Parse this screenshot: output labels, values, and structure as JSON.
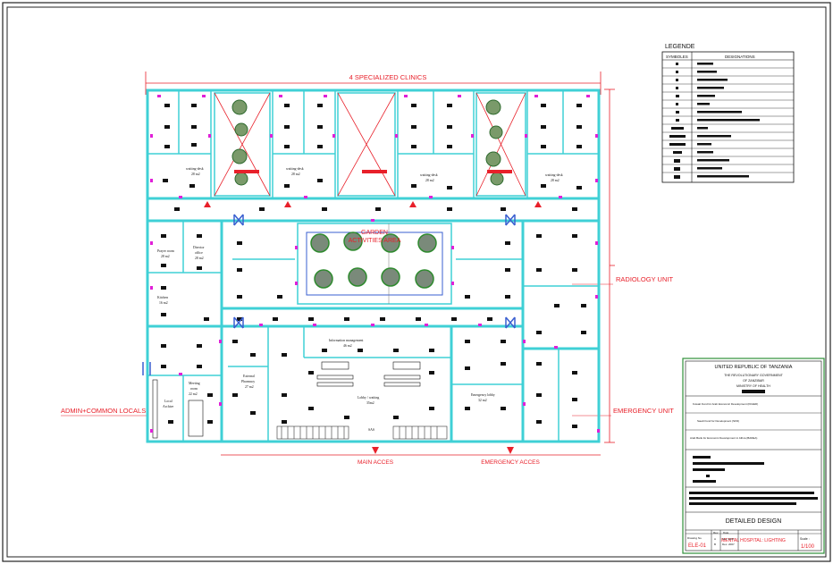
{
  "drawing": {
    "top_label": "4 SPECIALIZED CLINICS",
    "right_label_1": "RADIOLOGY UNIT",
    "right_label_2": "EMERGENCY UNIT",
    "left_label": "ADMIN+COMMON LOCALS",
    "bottom_label_1": "MAIN ACCES",
    "bottom_label_2": "EMERGENCY ACCES",
    "garden_line1": "GARDEN",
    "garden_line2": "ACTIVITIES AREA",
    "clinic_room_1": "waiting-desk",
    "clinic_room_1_area": "28 m2",
    "clinic_room_2": "waiting-desk",
    "clinic_room_2_area": "28 m2",
    "clinic_room_3": "waiting-desk",
    "clinic_room_3_area": "28 m2",
    "clinic_room_4": "waiting-desk",
    "clinic_room_4_area": "28 m2",
    "room_prayer": "Prayer room",
    "room_prayer_area": "28 m2",
    "room_director": "Director",
    "room_director_2": "office",
    "room_director_area": "28 m2",
    "room_kitchen": "Kitchen",
    "room_kitchen_area": "16 m2",
    "room_lobby": "Lobby / waiting",
    "room_lobby_area": "35m2",
    "room_pharmacy": "External",
    "room_pharmacy_2": "Pharmacy",
    "room_pharmacy_area": "27 m2",
    "room_emerg_lobby": "Emergency lobby",
    "room_emerg_lobby_area": "32 m2",
    "room_archive": "Local",
    "room_archive_2": "Archive",
    "room_meeting": "Meeting",
    "room_meeting_2": "room",
    "room_meeting_area": "22 m2",
    "room_info": "Information management",
    "room_info_area": "46 m2",
    "room_sas": "SAS"
  },
  "legend": {
    "title": "LEGENDE",
    "col_symbols": "SYMBOLES",
    "col_designations": "DESIGNATIONS"
  },
  "title_block": {
    "country": "UNITED REPUBLIC OF TANZANIA",
    "gov_line1": "THE REVOLUTIONARY GOVERNMENT",
    "gov_line2": "OF ZANZIBAR",
    "gov_line3": "MINISTRY OF HEALTH",
    "fund1": "Kuwait Fund for Arab Economic Development (KFAED)",
    "fund2": "Saudi Fund for Development (SFD)",
    "fund3": "Arab Bank for Economic Development in Africa (BADEA)",
    "design_stage": "DETAILED DESIGN",
    "project": "MENTAL HOSPITAL: LIGHTING",
    "drawing_no_label": "Drawing No.",
    "drawing_no": "ELE-01",
    "rev_label": "Rev.",
    "date_label": "Date",
    "rev_a": "A",
    "rev_b": "B",
    "date_a": "Nov. 2007",
    "date_b": "Dec. 2007",
    "scale_label": "Scale :",
    "scale": "1/100"
  },
  "colors": {
    "wall": "#3fd0d6",
    "annotation": "#e8202a",
    "fixture": "#e020d8",
    "ink": "#111111",
    "tree": "#4a9a4a",
    "title_frame": "#2f8f3a"
  }
}
